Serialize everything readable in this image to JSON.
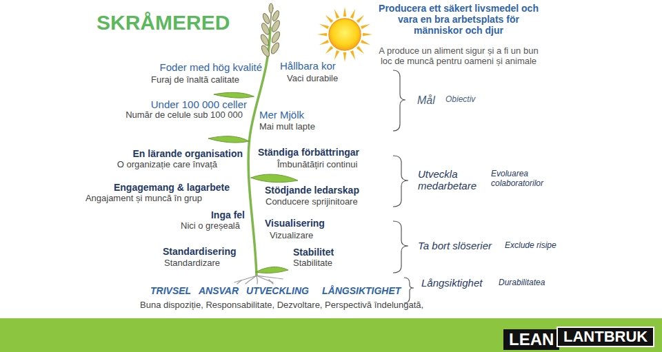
{
  "diagram": {
    "title": "SKRÅMERED",
    "nodes": [
      {
        "text": [
          "LEAN"
        ]
      },
      {
        "text": [
          "LANTBRUK"
        ]
      }
    ],
    "labels": [
      "Producera ett säkert livsmedel och vara en bra arbetsplats för människor och djur",
      "A produce un aliment sigur și a fi un bun loc de muncă pentru oameni și animale",
      "Foder med hög kvalité",
      "Furaj de înaltă calitate",
      "Hållbara kor",
      "Vaci durabile",
      "Under 100 000 celler",
      "Număr de celule sub 100 000",
      "Mer Mjölk",
      "Mai mult lapte",
      "Mål",
      "Obiectiv",
      "En lärande organisation",
      "O organizație care învață",
      "Ständiga förbättringar",
      "Îmbunătățiri continui",
      "Engagemang & lagarbete",
      "Angajament și muncă în grup",
      "Stödjande ledarskap",
      "Conducere sprijinitoare",
      "Inga fel",
      "Nici o greșeală",
      "Visualisering",
      "Vizualizare",
      "Standardisering",
      "Standardizare",
      "Stabilitet",
      "Stabilitate",
      "Utveckla medarbetare",
      "Evoluarea colaboratorilor",
      "Ta bort slöserier",
      "Exclude risipe",
      "TRIVSEL",
      "ANSVAR",
      "UTVECKLING",
      "LÅNGSIKTIGHET",
      "Buna dispoziție, Responsabilitate, Dezvoltare, Perspectivă îndelungată,",
      "Långsiktighet",
      "Durabilitatea"
    ]
  }
}
